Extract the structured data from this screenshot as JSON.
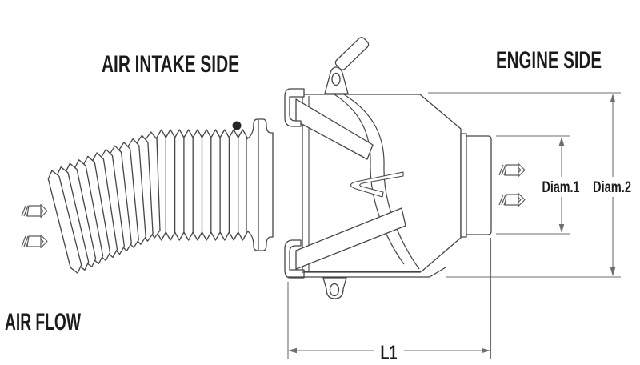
{
  "labels": {
    "air_intake_side": "AIR INTAKE SIDE",
    "engine_side": "ENGINE SIDE",
    "air_flow": "AIR FLOW"
  },
  "dimensions": {
    "diam1": "Diam.1",
    "diam2": "Diam.2",
    "l1": "L1"
  },
  "icons": {
    "flow_arrow": "hatched-flow-arrow-right"
  },
  "colors": {
    "background": "#ffffff",
    "drawing_line": "#454545",
    "dimension_line": "#6e6e6e",
    "text": "#1b1b1b",
    "marker_dot": "#262626"
  }
}
